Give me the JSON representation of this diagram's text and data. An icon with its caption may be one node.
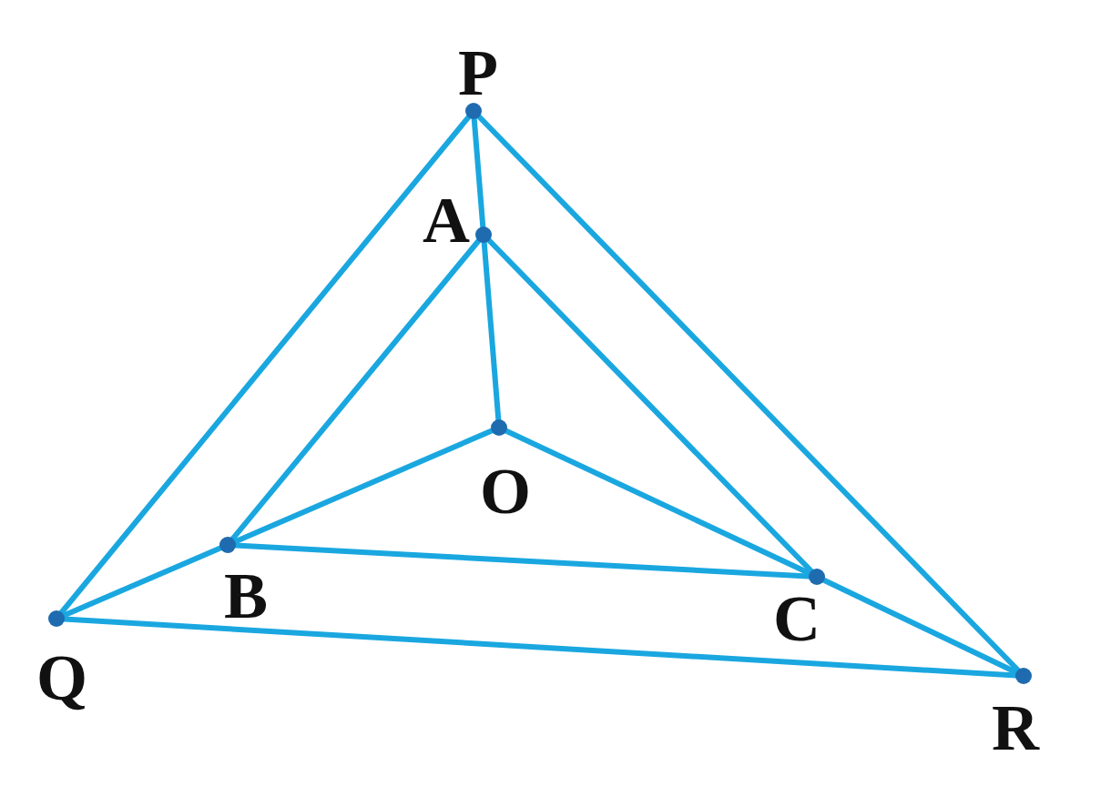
{
  "diagram": {
    "nodes": [
      {
        "text": [
          "P"
        ]
      },
      {
        "text": [
          "A"
        ]
      },
      {
        "text": [
          "O"
        ]
      },
      {
        "text": [
          "B"
        ]
      },
      {
        "text": [
          "C"
        ]
      },
      {
        "text": [
          "Q"
        ]
      },
      {
        "text": [
          "R"
        ]
      }
    ],
    "edges": [
      {
        "from": 0,
        "to": 5,
        "arrow": "none"
      },
      {
        "from": 0,
        "to": 6,
        "arrow": "none"
      },
      {
        "from": 0,
        "to": 1,
        "arrow": "none"
      },
      {
        "from": 1,
        "to": 2,
        "arrow": "none"
      },
      {
        "from": 1,
        "to": 3,
        "arrow": "none"
      },
      {
        "from": 1,
        "to": 4,
        "arrow": "none"
      },
      {
        "from": 2,
        "to": 3,
        "arrow": "none"
      },
      {
        "from": 2,
        "to": 4,
        "arrow": "none"
      },
      {
        "from": 3,
        "to": 4,
        "arrow": "none"
      },
      {
        "from": 5,
        "to": 3,
        "arrow": "none"
      },
      {
        "from": 4,
        "to": 6,
        "arrow": "none"
      },
      {
        "from": 5,
        "to": 6,
        "arrow": "none"
      }
    ]
  }
}
